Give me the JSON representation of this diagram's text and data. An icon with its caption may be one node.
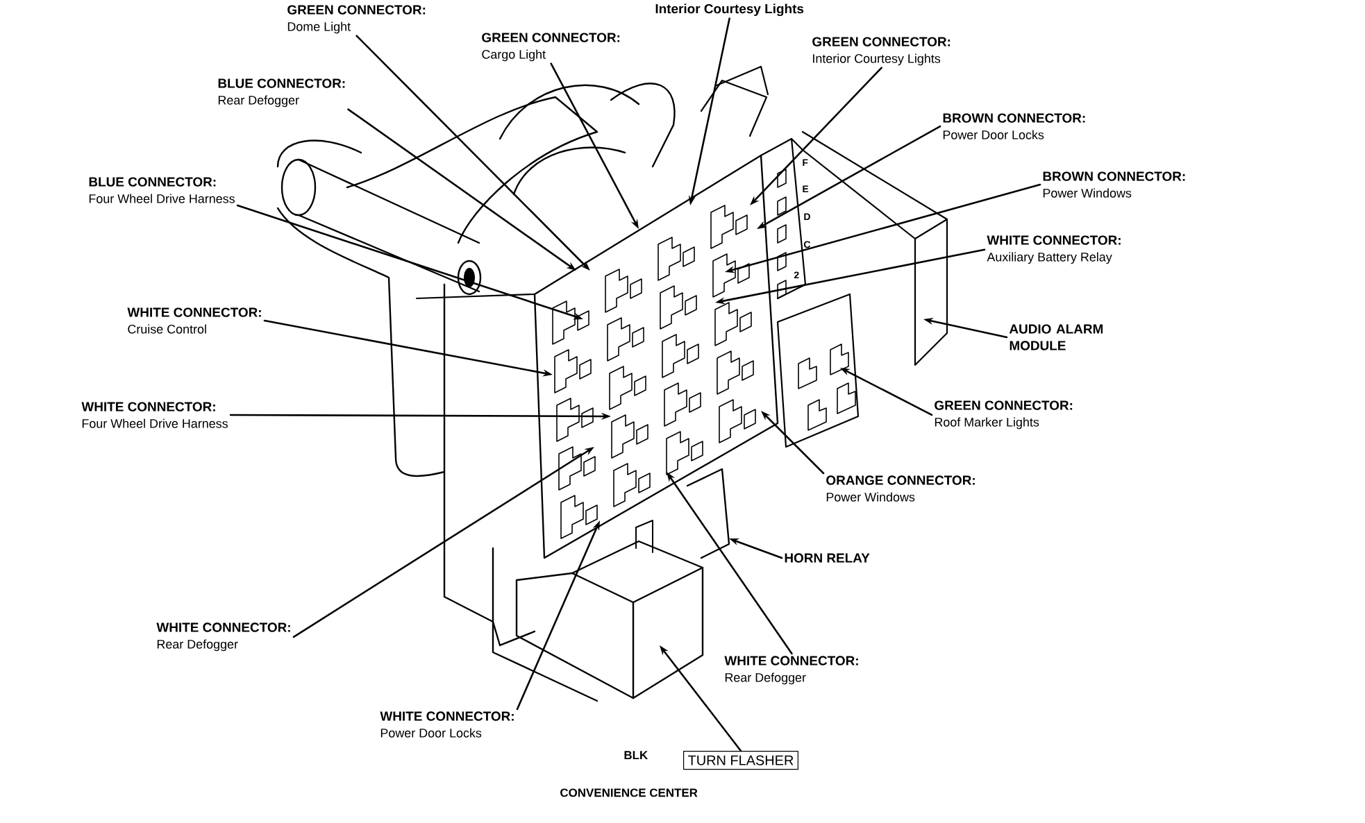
{
  "diagram": {
    "nodes": [
      {
        "text": [
          "GREEN CONNECTOR:",
          "Dome Light"
        ]
      },
      {
        "text": [
          "Interior Courtesy Lights"
        ]
      },
      {
        "text": [
          "GREEN CONNECTOR:",
          "Cargo Light"
        ]
      },
      {
        "text": [
          "BLUE CONNECTOR:",
          "Rear Defogger"
        ]
      },
      {
        "text": [
          "GREEN CONNECTOR:",
          "Interior Courtesy Lights"
        ]
      },
      {
        "text": [
          "BROWN CONNECTOR:",
          "Power Door Locks"
        ]
      },
      {
        "text": [
          "BROWN CONNECTOR:",
          "Power Windows"
        ]
      },
      {
        "text": [
          "WHITE CONNECTOR:",
          "Auxiliary Battery Relay"
        ]
      },
      {
        "text": [
          "AUDIO ALARM MODULE"
        ]
      },
      {
        "text": [
          "BLUE CONNECTOR:",
          "Four Wheel Drive Harness"
        ]
      },
      {
        "text": [
          "WHITE CONNECTOR:",
          "Cruise Control"
        ]
      },
      {
        "text": [
          "WHITE CONNECTOR:",
          "Four Wheel Drive Harness"
        ]
      },
      {
        "text": [
          "GREEN  CONNECTOR:",
          "Roof Marker Lights"
        ]
      },
      {
        "text": [
          "ORANGE CONNECTOR:",
          "Power Windows"
        ]
      },
      {
        "text": [
          "HORN RELAY"
        ]
      },
      {
        "text": [
          "WHITE CONNECTOR:",
          "Rear Defogger"
        ]
      },
      {
        "text": [
          "WHITE CONNECTOR:",
          "Rear Defogger"
        ]
      },
      {
        "text": [
          "WHITE CONNECTOR:",
          "Power Door Locks"
        ]
      },
      {
        "text": [
          "TURN FLASHER"
        ]
      }
    ],
    "edges": [
      {
        "from": 0,
        "to": null,
        "arrow": "to"
      },
      {
        "from": 1,
        "to": null,
        "arrow": "to"
      },
      {
        "from": 2,
        "to": null,
        "arrow": "to"
      },
      {
        "from": 3,
        "to": null,
        "arrow": "to"
      },
      {
        "from": 4,
        "to": null,
        "arrow": "to"
      },
      {
        "from": 5,
        "to": null,
        "arrow": "to"
      },
      {
        "from": 6,
        "to": null,
        "arrow": "to"
      },
      {
        "from": 7,
        "to": null,
        "arrow": "to"
      },
      {
        "from": 8,
        "to": null,
        "arrow": "to"
      },
      {
        "from": 9,
        "to": null,
        "arrow": "to"
      },
      {
        "from": 10,
        "to": null,
        "arrow": "to"
      },
      {
        "from": 11,
        "to": null,
        "arrow": "to"
      },
      {
        "from": 12,
        "to": null,
        "arrow": "to"
      },
      {
        "from": 13,
        "to": null,
        "arrow": "to"
      },
      {
        "from": 14,
        "to": null,
        "arrow": "to"
      },
      {
        "from": 15,
        "to": null,
        "arrow": "to"
      },
      {
        "from": 16,
        "to": null,
        "arrow": "to"
      },
      {
        "from": 17,
        "to": null,
        "arrow": "to"
      },
      {
        "from": 18,
        "to": null,
        "arrow": "to"
      }
    ],
    "labels": [
      "F",
      "E",
      "D",
      "C",
      "2",
      "BLK",
      "CONVENIENCE CENTER"
    ]
  }
}
